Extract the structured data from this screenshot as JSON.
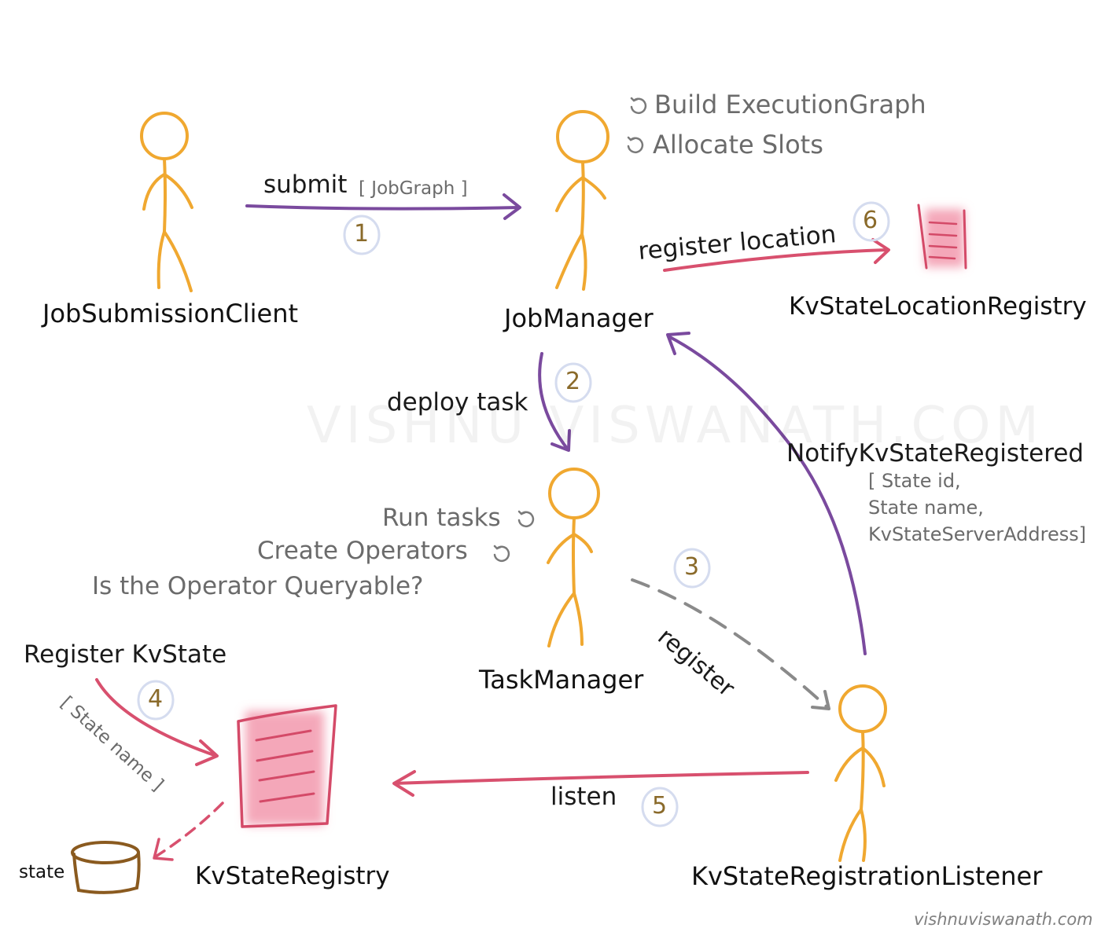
{
  "actors": {
    "job_submission_client": "JobSubmissionClient",
    "job_manager": "JobManager",
    "task_manager": "TaskManager",
    "kv_state_registration_listener": "KvStateRegistrationListener"
  },
  "registries": {
    "kv_state_location_registry": "KvStateLocationRegistry",
    "kv_state_registry": "KvStateRegistry",
    "state": "state"
  },
  "job_manager_actions": {
    "build": "Build ExecutionGraph",
    "allocate": "Allocate Slots"
  },
  "task_manager_actions": {
    "run": "Run tasks",
    "create": "Create Operators",
    "queryable": "Is the Operator Queryable?"
  },
  "steps": {
    "submit": {
      "label": "submit",
      "detail": "[ JobGraph ]",
      "number": "1"
    },
    "deploy": {
      "label": "deploy task",
      "number": "2"
    },
    "register": {
      "label": "register",
      "number": "3"
    },
    "register_kvstate": {
      "label": "Register KvState",
      "detail": "[ State name ]",
      "number": "4"
    },
    "listen": {
      "label": "listen",
      "number": "5"
    },
    "register_location": {
      "label": "register location",
      "number": "6"
    },
    "notify": {
      "label": "NotifyKvStateRegistered",
      "detail_line1": "[ State id,",
      "detail_line2": "State name,",
      "detail_line3": "KvStateServerAddress]"
    }
  },
  "watermark": "VISHNU VISWANATH.COM",
  "credit": "vishnuviswanath.com",
  "colors": {
    "actor": "#f0a830",
    "purple_arrow": "#7a4a9e",
    "red_arrow": "#d8506e",
    "registry_fill": "#f4a7b9",
    "registry_line": "#d44a68",
    "circle": "#d5dcef",
    "state_brown": "#8a5a1f"
  }
}
